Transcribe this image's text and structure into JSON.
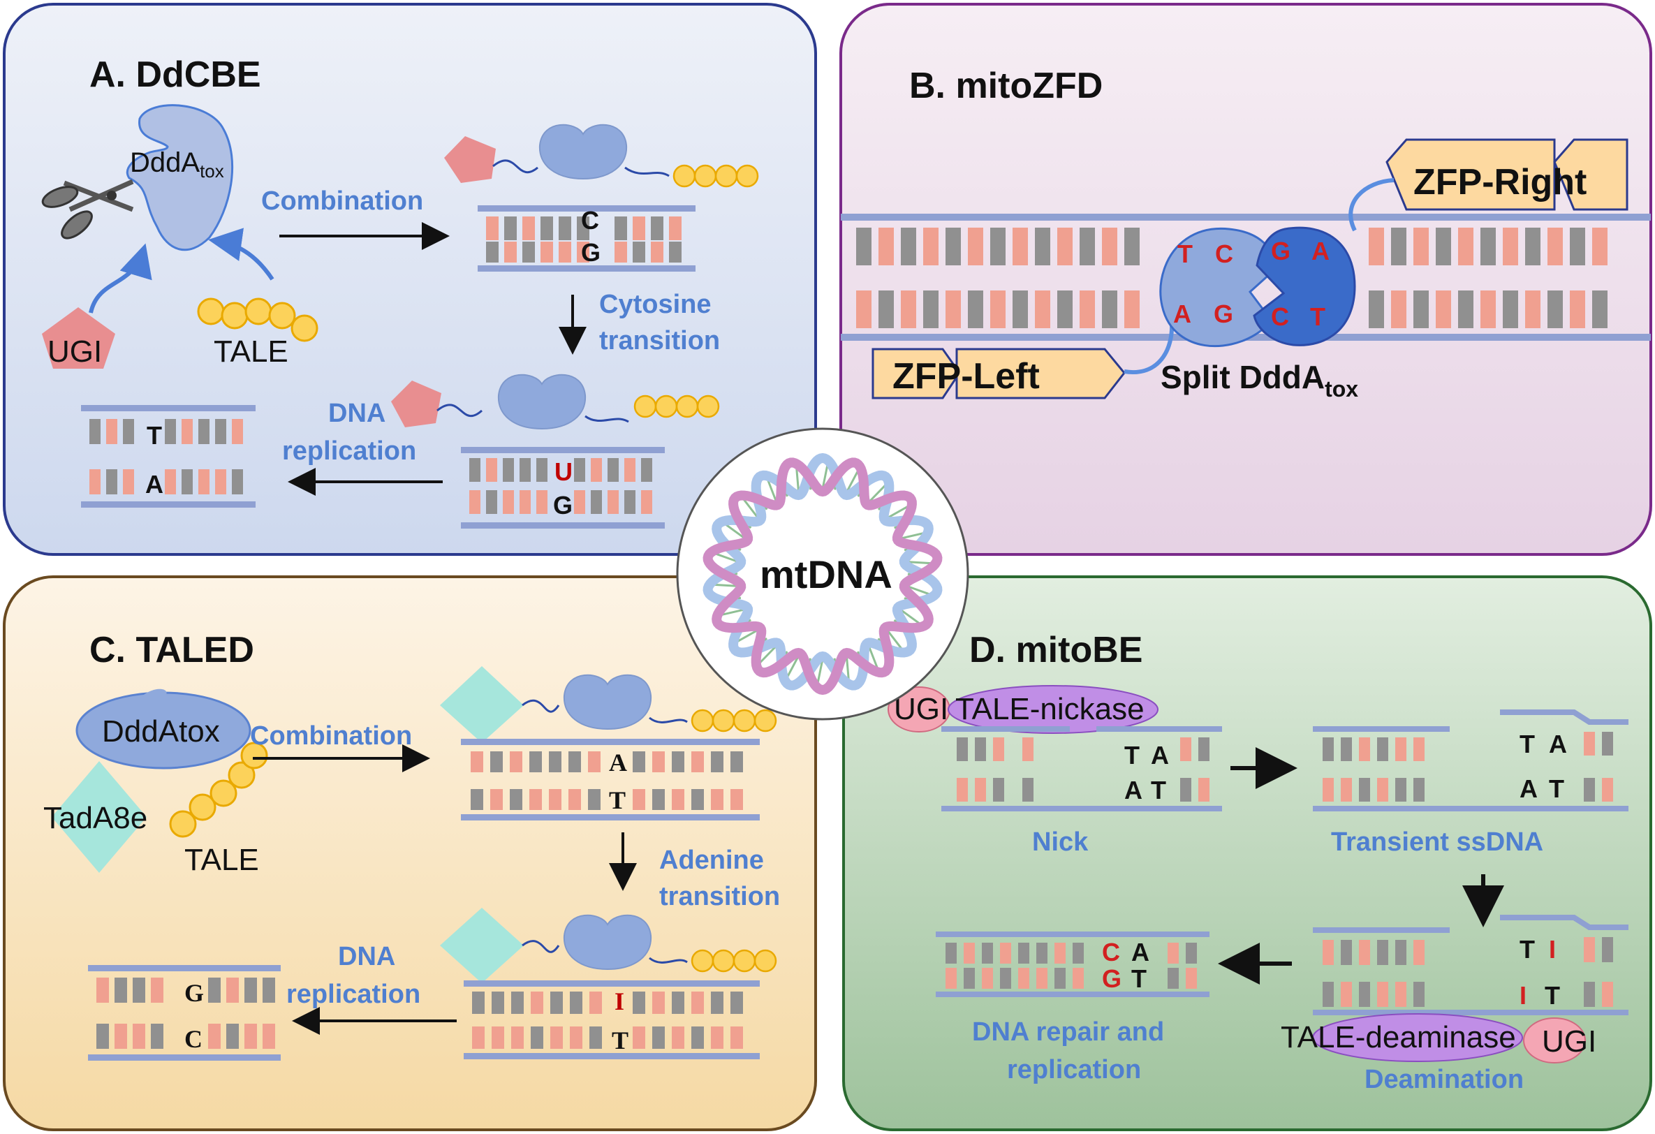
{
  "panels": {
    "a": {
      "title": "A. DdCBE",
      "dddatox": "DddA",
      "dddatox_sub": "tox",
      "ugi": "UGI",
      "tale": "TALE",
      "combination": "Combination",
      "cytosine_1": "Cytosine",
      "cytosine_2": "transition",
      "dna_rep_1": "DNA",
      "dna_rep_2": "replication",
      "bases": {
        "top_c": "C",
        "top_g": "G",
        "mid_u": "U",
        "mid_g": "G",
        "out_t": "T",
        "out_a": "A"
      }
    },
    "b": {
      "title": "B. mitoZFD",
      "zfp_right": "ZFP-Right",
      "zfp_left": "ZFP-Left",
      "split": "Split DddA",
      "split_sub": "tox",
      "bases": {
        "t": "T",
        "c": "C",
        "a": "A",
        "g": "G",
        "g2": "G",
        "a2": "A",
        "c2": "C",
        "t2": "T"
      }
    },
    "c": {
      "title": "C. TALED",
      "dddatox": "DddAtox",
      "tada8e": "TadA8e",
      "tale": "TALE",
      "combination": "Combination",
      "adenine_1": "Adenine",
      "adenine_2": "transition",
      "dna_rep_1": "DNA",
      "dna_rep_2": "replication",
      "bases": {
        "top_a": "A",
        "top_t": "T",
        "mid_i": "I",
        "mid_t": "T",
        "out_g": "G",
        "out_c": "C"
      }
    },
    "d": {
      "title": "D. mitoBE",
      "ugi": "UGI",
      "tale_nickase": "TALE-nickase",
      "tale_deaminase": "TALE-deaminase",
      "ugi2": "UGI",
      "nick": "Nick",
      "transient": "Transient ssDNA",
      "deamination": "Deamination",
      "repair_1": "DNA repair and",
      "repair_2": "replication",
      "bases": {
        "n_t": "T",
        "n_a": "A",
        "n_a2": "A",
        "n_t2": "T",
        "s_t": "T",
        "s_a": "A",
        "s_a2": "A",
        "s_t2": "T",
        "d_t": "T",
        "d_i": "I",
        "d_i2": "I",
        "d_t2": "T",
        "r_c": "C",
        "r_a": "A",
        "r_g": "G",
        "r_t": "T"
      }
    }
  },
  "center": {
    "label": "mtDNA"
  },
  "colors": {
    "blue_protein": "#8fa9dc",
    "dark_blue": "#3a6bc9",
    "pink": "#f0a090",
    "gray": "#909090",
    "gold": "#fcd25a",
    "teal": "#a6e6dc",
    "purple": "#b98be0",
    "label_blue": "#4f7fd0"
  }
}
